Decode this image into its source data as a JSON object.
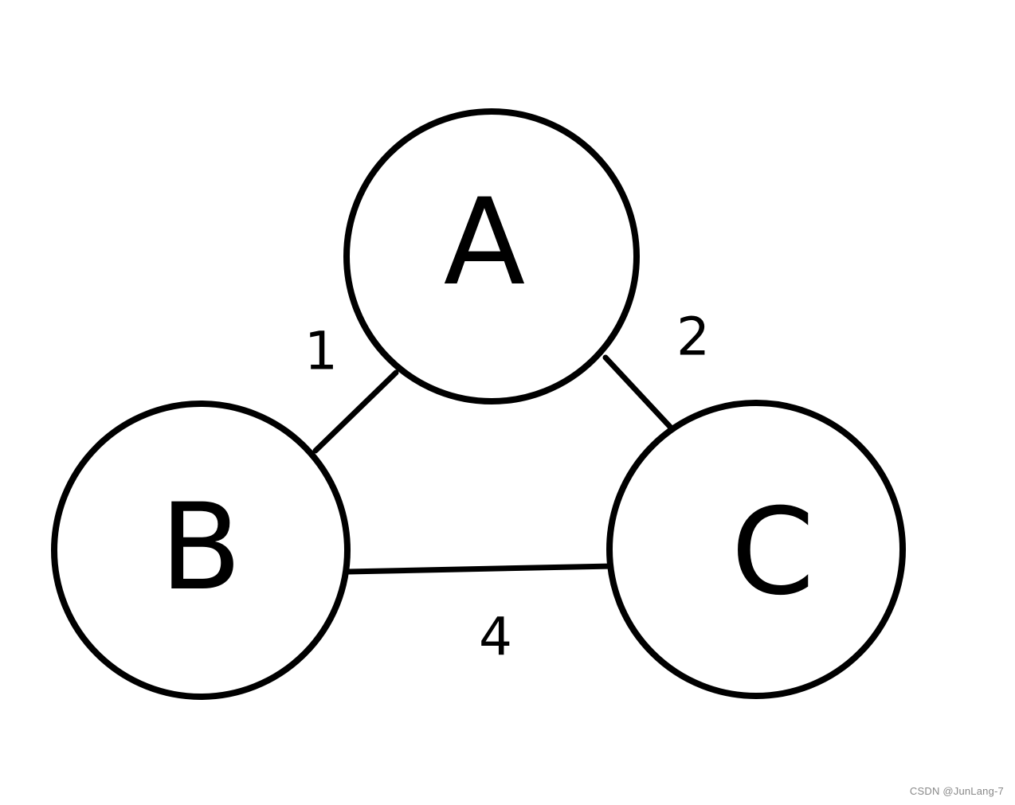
{
  "colors": {
    "stroke": "#000000",
    "background": "#ffffff",
    "watermark": "#888888"
  },
  "nodes": [
    {
      "id": "A",
      "label": "A"
    },
    {
      "id": "B",
      "label": "B"
    },
    {
      "id": "C",
      "label": "C"
    }
  ],
  "edges": [
    {
      "from": "A",
      "to": "B",
      "weight": "1"
    },
    {
      "from": "A",
      "to": "C",
      "weight": "2"
    },
    {
      "from": "B",
      "to": "C",
      "weight": "4"
    }
  ],
  "watermark": "CSDN @JunLang-7"
}
